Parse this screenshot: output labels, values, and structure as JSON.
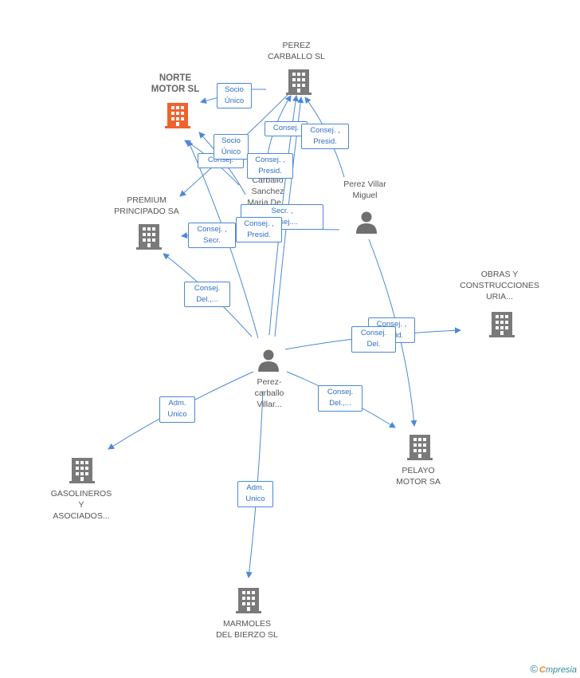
{
  "nodes": {
    "norte": {
      "label": "NORTE\nMOTOR SL",
      "color": "#f0622d"
    },
    "perez_carballo_sl": {
      "label": "PEREZ\nCARBALLO SL"
    },
    "premium": {
      "label": "PREMIUM\nPRINCIPADO SA"
    },
    "obras": {
      "label": "OBRAS Y\nCONSTRUCCIONES\nURIA..."
    },
    "pelayo": {
      "label": "PELAYO\nMOTOR SA"
    },
    "gasolineros": {
      "label": "GASOLINEROS\nY\nASOCIADOS..."
    },
    "marmoles": {
      "label": "MARMOLES\nDEL BIERZO SL"
    },
    "perez_villar": {
      "label": "Perez Villar\nMiguel"
    },
    "perez_carballo_villar": {
      "label": "Perez-\ncarballo\nVillar..."
    },
    "carballo_sanchez": {
      "label": "Carballo\nSanchez\nMaria De..."
    }
  },
  "edge_labels": {
    "socio_unico_top": "Socio\nÚnico",
    "socio_unico_mid": "Socio\nÚnico",
    "consej_small": "Consej.",
    "consej_top": "Consej.",
    "consej_presid_right": "Consej. ,\nPresid.",
    "consej_presid_mid": "Consej. ,\nPresid.",
    "secr_consej": "Secr. ,\nConsej....",
    "consej_secr": "Consej. ,\nSecr.",
    "consej_presid_low": "Consej. ,\nPresid.",
    "consej_del_premium": "Consej.\nDel.,...",
    "consej_pres_obras": "Consej. ,\nPresid.",
    "consej_del_obras": "Consej.\nDel.",
    "consej_del_pelayo": "Consej.\nDel.,...",
    "adm_unico_gas": "Adm.\nUnico",
    "adm_unico_marm": "Adm.\nUnico"
  },
  "colors": {
    "edge": "#4a88d8",
    "building": "#7a7a7a",
    "person": "#6f6f6f",
    "highlight": "#f0622d"
  },
  "footer": {
    "copyright": "©",
    "brand_e": "C",
    "brand_rest": "mpresia"
  }
}
